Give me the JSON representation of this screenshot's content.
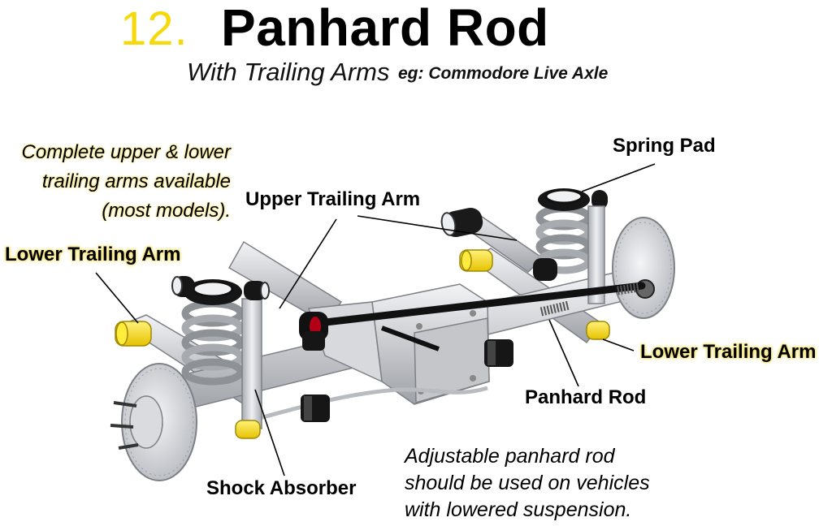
{
  "header": {
    "number": "12.",
    "title": "Panhard Rod",
    "subtitle": "With Trailing Arms",
    "subtitle_example": "eg: Commodore Live Axle"
  },
  "notes": {
    "left_lines": [
      "Complete upper & lower",
      "trailing arms available",
      "(most models)."
    ],
    "bottom_lines": [
      "Adjustable panhard rod",
      "should be used on vehicles",
      "with lowered suspension."
    ]
  },
  "labels": {
    "spring_pad": "Spring Pad",
    "upper_trailing_arm": "Upper Trailing Arm",
    "lower_trailing_arm_left": "Lower Trailing Arm",
    "lower_trailing_arm_right": "Lower Trailing Arm",
    "panhard_rod": "Panhard Rod",
    "shock_absorber": "Shock Absorber"
  },
  "colors": {
    "accent_yellow": "#f5d90a",
    "highlight_glow": "#f3e16b",
    "metal": "#c9cbcf",
    "bushing_black": "#111111"
  }
}
